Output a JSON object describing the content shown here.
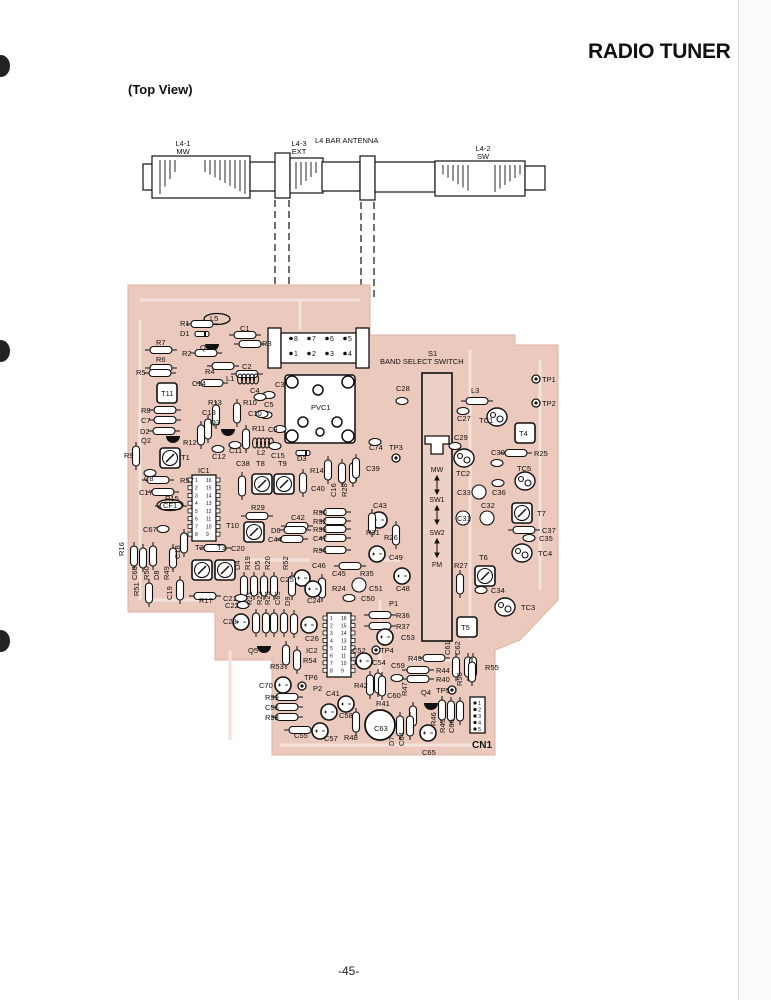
{
  "header": {
    "title": "RADIO TUNER",
    "view": "(Top View)",
    "page_number": "-45-"
  },
  "antenna": {
    "title": "L4  BAR ANTENNA",
    "coils": [
      {
        "ref": "L4-1",
        "band": "MW"
      },
      {
        "ref": "L4-3",
        "band": "EXT"
      },
      {
        "ref": "L4-2",
        "band": "SW"
      }
    ]
  },
  "switch": {
    "ref": "S1",
    "label": "BAND SELECT SWITCH",
    "positions": [
      "MW",
      "SW1",
      "SW2",
      "FM"
    ]
  },
  "band_connector_pins": [
    "8",
    "7",
    "6",
    "5",
    "1",
    "2",
    "3",
    "4"
  ],
  "ics": [
    {
      "ref": "IC1",
      "pins": [
        "1",
        "2",
        "3",
        "4",
        "5",
        "6",
        "7",
        "8",
        "16",
        "15",
        "14",
        "13",
        "12",
        "11",
        "10",
        "9"
      ]
    },
    {
      "ref": "IC2",
      "pins": [
        "1",
        "2",
        "3",
        "4",
        "5",
        "6",
        "7",
        "8",
        "16",
        "15",
        "14",
        "13",
        "12",
        "11",
        "10",
        "9"
      ]
    }
  ],
  "pvc": {
    "ref": "PVC1"
  },
  "connector": {
    "ref": "CN1",
    "pins": [
      "1",
      "2",
      "3",
      "4",
      "5"
    ]
  },
  "components": [
    "L5",
    "R1",
    "D1",
    "Q1",
    "C1",
    "R3",
    "R2",
    "R4",
    "C2",
    "L1",
    "R7",
    "R6",
    "R5",
    "T11",
    "C14",
    "R13",
    "R10",
    "C3",
    "C4",
    "C5",
    "C10",
    "C9",
    "R11",
    "L2",
    "C15",
    "D3",
    "R8",
    "C7",
    "D2",
    "Q2",
    "C13",
    "Q3",
    "R12",
    "C12",
    "C11",
    "R9",
    "T1",
    "C8",
    "R57",
    "C17",
    "R15",
    "CF1",
    "C67",
    "C20",
    "C18",
    "T2",
    "T3",
    "R16",
    "C68",
    "R50",
    "D8",
    "R49",
    "R51",
    "C19",
    "R17",
    "C38",
    "T8",
    "T9",
    "C40",
    "R14",
    "C16",
    "R28",
    "C39",
    "R29",
    "T10",
    "C42",
    "D6",
    "C44",
    "R30",
    "R32",
    "R33",
    "C47",
    "R34",
    "C45",
    "C46",
    "D4",
    "R19",
    "D5",
    "R20",
    "R52",
    "C25",
    "C21",
    "C22",
    "C23",
    "R21",
    "R22",
    "R23",
    "C69",
    "D9",
    "R24",
    "C24",
    "C26",
    "C28",
    "TP1",
    "TP2",
    "L3",
    "C27",
    "TC1",
    "T4",
    "C29",
    "TC2",
    "C74",
    "TP3",
    "C30",
    "R25",
    "TC5",
    "C33",
    "C36",
    "C43",
    "C32",
    "C31",
    "T7",
    "R31",
    "R26",
    "C37",
    "C35",
    "C49",
    "TC4",
    "R27",
    "T6",
    "R35",
    "C48",
    "C51",
    "C34",
    "TC3",
    "C50",
    "P1",
    "R36",
    "R37",
    "C53",
    "T5",
    "Q5",
    "R53",
    "R54",
    "C52",
    "TP4",
    "C54",
    "C59",
    "R43",
    "R44",
    "R40",
    "C61",
    "C62",
    "R55",
    "R56",
    "C70",
    "TP6",
    "R42",
    "C60",
    "R41",
    "P2",
    "C41",
    "Q4",
    "TP5",
    "R47",
    "R39",
    "C56",
    "R38",
    "C55",
    "C58",
    "C57",
    "R48",
    "C63",
    "D7",
    "C64",
    "C65",
    "R46",
    "R45",
    "C66"
  ],
  "colors": {
    "board": "#ecc9bd",
    "trace": "#e3b3a3",
    "ink": "#111111"
  }
}
